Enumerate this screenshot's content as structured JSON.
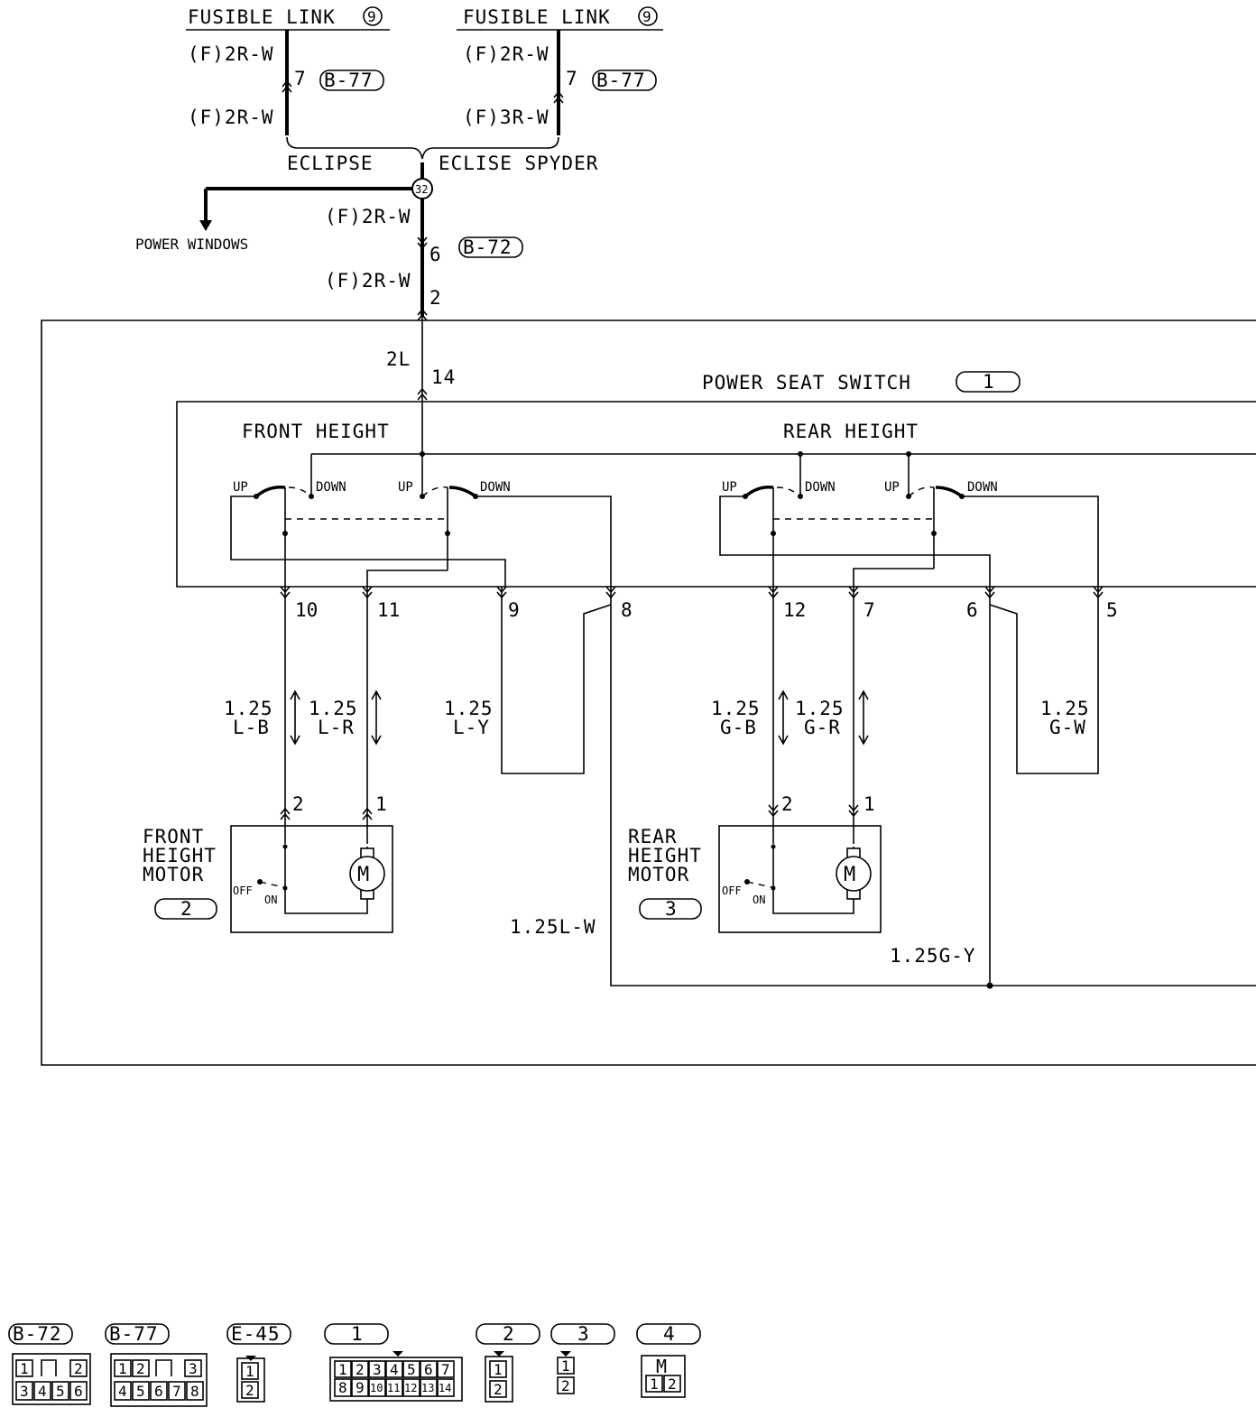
{
  "top": {
    "fusible_link_left": "FUSIBLE LINK",
    "fusible_link_right": "FUSIBLE LINK",
    "fusible_link_no": "9",
    "wire_left_top": "(F)2R-W",
    "wire_left_bottom": "(F)2R-W",
    "wire_right_top": "(F)2R-W",
    "wire_right_bottom": "(F)3R-W",
    "pin_left": "7",
    "pin_right": "7",
    "connector_left": "B-77",
    "connector_right": "B-77",
    "variant_left": "ECLIPSE",
    "variant_right": "ECLISE SPYDER",
    "junction_no": "32",
    "power_windows": "POWER WINDOWS",
    "wire_mid_top": "(F)2R-W",
    "wire_mid_bottom": "(F)2R-W",
    "pin_b72": "6",
    "connector_b72": "B-72",
    "pin_switch_in": "2"
  },
  "switch": {
    "wire_in": "2L",
    "pin_in": "14",
    "title": "POWER SEAT SWITCH",
    "ref": "1",
    "front_height": "FRONT HEIGHT",
    "rear_height": "REAR HEIGHT",
    "up": "UP",
    "down": "DOWN",
    "pins": [
      "10",
      "11",
      "9",
      "8",
      "12",
      "7",
      "6",
      "5"
    ]
  },
  "wires": {
    "lb_size": "1.25",
    "lb_color": "L-B",
    "lr_size": "1.25",
    "lr_color": "L-R",
    "ly_size": "1.25",
    "ly_color": "L-Y",
    "gb_size": "1.25",
    "gb_color": "G-B",
    "gr_size": "1.25",
    "gr_color": "G-R",
    "gw_size": "1.25",
    "gw_color": "G-W",
    "lw": "1.25L-W",
    "gy": "1.25G-Y"
  },
  "front_motor": {
    "name_line1": "FRONT",
    "name_line2": "HEIGHT",
    "name_line3": "MOTOR",
    "ref": "2",
    "pin_a": "2",
    "pin_b": "1",
    "off": "OFF",
    "on": "ON",
    "motor_symbol": "M"
  },
  "rear_motor": {
    "name_line1": "REAR",
    "name_line2": "HEIGHT",
    "name_line3": "MOTOR",
    "ref": "3",
    "pin_a": "2",
    "pin_b": "1",
    "off": "OFF",
    "on": "ON",
    "motor_symbol": "M"
  },
  "connectors": {
    "b72": {
      "label": "B-72",
      "row1": [
        "1",
        "",
        "2"
      ],
      "row2": [
        "3",
        "4",
        "5",
        "6"
      ]
    },
    "b77": {
      "label": "B-77",
      "row1": [
        "1",
        "2",
        "",
        "3"
      ],
      "row2": [
        "4",
        "5",
        "6",
        "7",
        "8"
      ]
    },
    "e45": {
      "label": "E-45",
      "pins": [
        "1",
        "2"
      ]
    },
    "c1": {
      "label": "1",
      "row1": [
        "1",
        "2",
        "3",
        "4",
        "5",
        "6",
        "7"
      ],
      "row2": [
        "8",
        "9",
        "10",
        "11",
        "12",
        "13",
        "14"
      ]
    },
    "c2": {
      "label": "2",
      "pins": [
        "1",
        "2"
      ]
    },
    "c3": {
      "label": "3",
      "pins": [
        "1",
        "2"
      ]
    },
    "c4": {
      "label": "4",
      "symbol": "M",
      "pins": [
        "1",
        "2"
      ]
    }
  }
}
